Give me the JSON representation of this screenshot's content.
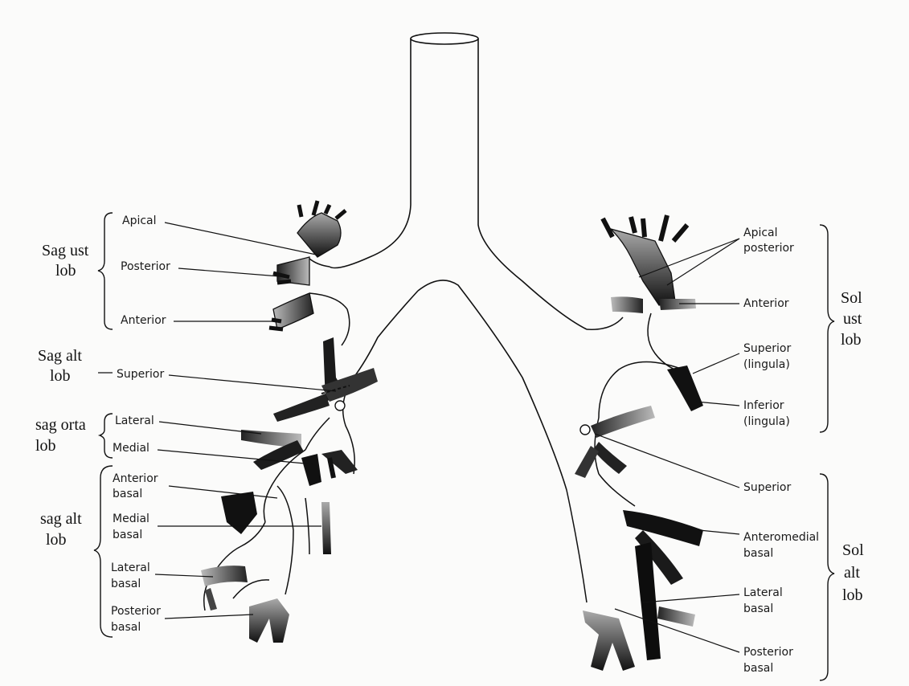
{
  "left": {
    "upper_lobe": {
      "title_line1": "Sag ust",
      "title_line2": "lob",
      "apical": "Apical",
      "posterior": "Posterior",
      "anterior": "Anterior"
    },
    "lower_lobe_top": {
      "title_line1": "Sag alt",
      "title_line2": "lob",
      "superior": "Superior"
    },
    "middle_lobe": {
      "title_line1": "sag orta",
      "title_line2": "lob",
      "lateral": "Lateral",
      "medial": "Medial"
    },
    "lower_lobe": {
      "title_line1": "sag alt",
      "title_line2": "lob",
      "anterior_basal_1": "Anterior",
      "anterior_basal_2": "basal",
      "medial_basal_1": "Medial",
      "medial_basal_2": "basal",
      "lateral_basal_1": "Lateral",
      "lateral_basal_2": "basal",
      "posterior_basal_1": "Posterior",
      "posterior_basal_2": "basal"
    }
  },
  "right": {
    "upper_lobe": {
      "title_line1": "Sol",
      "title_line2": "ust",
      "title_line3": "lob",
      "apical_posterior_1": "Apical",
      "apical_posterior_2": "posterior",
      "anterior": "Anterior",
      "superior_lingula_1": "Superior",
      "superior_lingula_2": "(lingula)",
      "inferior_lingula_1": "Inferior",
      "inferior_lingula_2": "(lingula)"
    },
    "lower_lobe": {
      "title_line1": "Sol",
      "title_line2": "alt",
      "title_line3": "lob",
      "superior": "Superior",
      "anteromedial_basal_1": "Anteromedial",
      "anteromedial_basal_2": "basal",
      "lateral_basal_1": "Lateral",
      "lateral_basal_2": "basal",
      "posterior_basal_1": "Posterior",
      "posterior_basal_2": "basal"
    }
  },
  "colors": {
    "ink": "#111111",
    "shade": "#777777",
    "paper": "#fbfbfa"
  }
}
